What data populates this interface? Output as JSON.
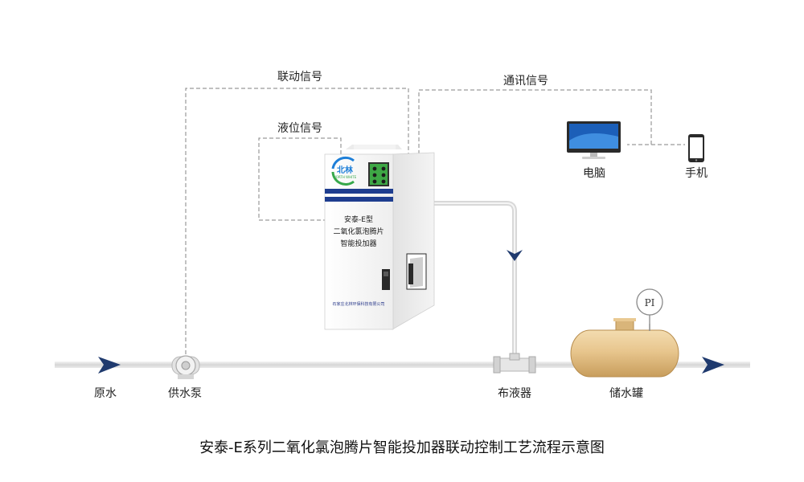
{
  "signals": {
    "linkage": "联动信号",
    "communication": "通讯信号",
    "level": "液位信号"
  },
  "devices": {
    "computer": "电脑",
    "phone": "手机",
    "raw_water": "原水",
    "pump": "供水泵",
    "distributor": "布液器",
    "tank": "储水罐",
    "gauge": "PI"
  },
  "machine": {
    "logo_cn": "北林",
    "logo_en": "NORTH WHITE",
    "model": "安泰-E型",
    "name_line1": "二氧化氯泡腾片",
    "name_line2": "智能投加器",
    "company": "石家庄北林环保科技有限公司"
  },
  "title": "安泰-E系列二氧化氯泡腾片智能投加器联动控制工艺流程示意图",
  "colors": {
    "flow_arrow": "#1f3a6e",
    "stripe": "#1e3d8f",
    "tank": "#e6c58e",
    "pipe": "#dcdcdc"
  }
}
